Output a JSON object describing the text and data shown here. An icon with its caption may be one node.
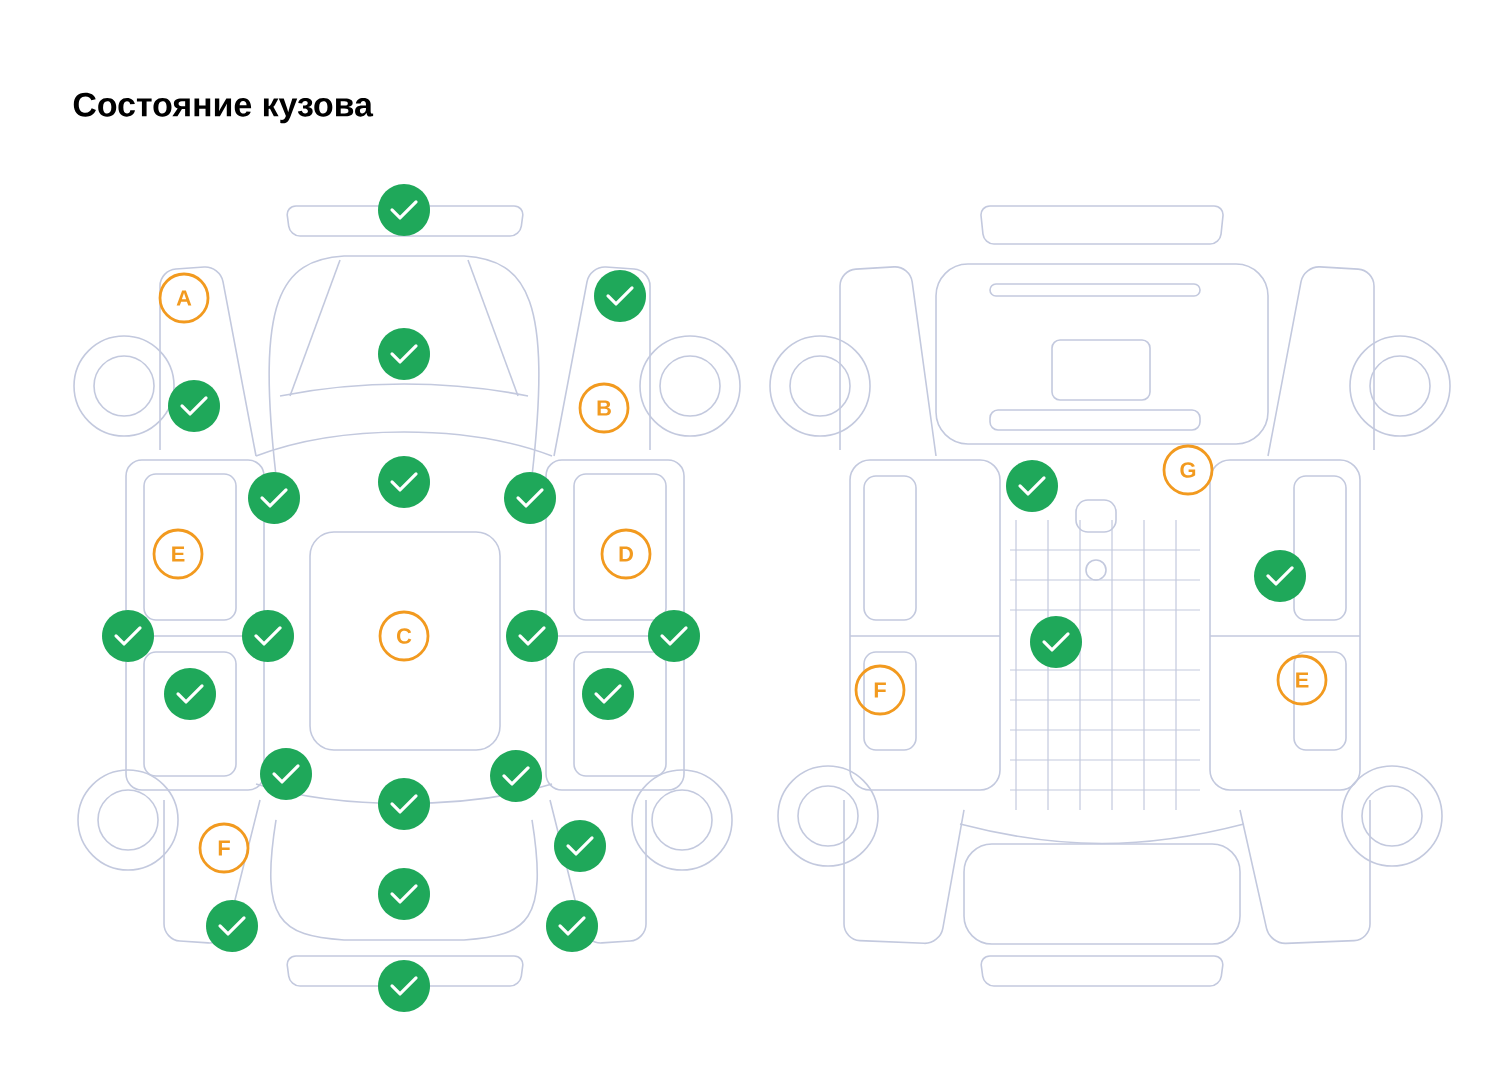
{
  "diagram": {
    "title": "Состояние кузова",
    "nodes": [
      {
        "text": [
          "A"
        ]
      },
      {
        "text": [
          "B"
        ]
      },
      {
        "text": [
          "E"
        ]
      },
      {
        "text": [
          "D"
        ]
      },
      {
        "text": [
          "C"
        ]
      },
      {
        "text": [
          "F"
        ]
      },
      {
        "text": [
          "G"
        ]
      },
      {
        "text": [
          "F"
        ]
      },
      {
        "text": [
          "E"
        ]
      }
    ]
  }
}
